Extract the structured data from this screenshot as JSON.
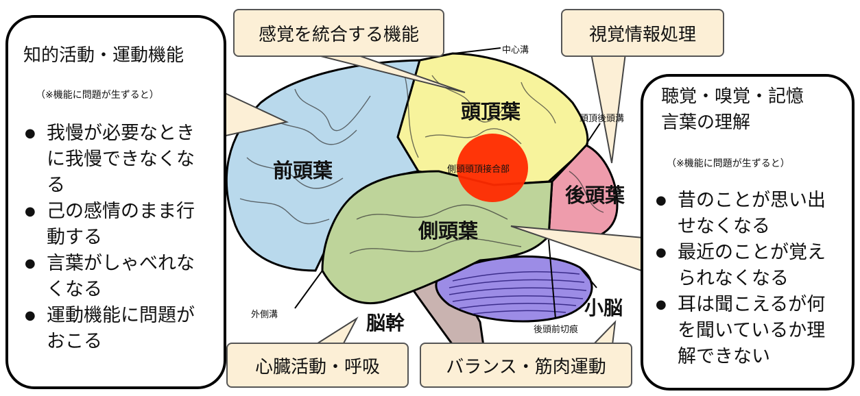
{
  "left_panel": {
    "title": "知的活動・運動機能",
    "note": "（※機能に問題が生ずると）",
    "bullets": [
      "我慢が必要なときに我慢できなくなる",
      "己の感情のまま行動する",
      "言葉がしゃべれなくなる",
      "運動機能に問題がおこる"
    ]
  },
  "right_panel": {
    "title_line1": "聴覚・嗅覚・記憶",
    "title_line2": "言葉の理解",
    "note": "（※機能に問題が生ずると）",
    "bullets": [
      "昔のことが思い出せなくなる",
      "最近のことが覚えられなくなる",
      "耳は聞こえるが何を聞いているか理解できない"
    ]
  },
  "function_boxes": {
    "sensory_integration": "感覚を統合する機能",
    "visual_processing": "視覚情報処理",
    "heart_breathing": "心臓活動・呼吸",
    "balance_muscle": "バランス・筋肉運動"
  },
  "lobes": {
    "frontal": "前頭葉",
    "parietal": "頭頂葉",
    "temporal": "側頭葉",
    "occipital": "後頭葉",
    "brainstem": "脳幹",
    "cerebellum": "小脳"
  },
  "structure_labels": {
    "central_sulcus": "中心溝",
    "parieto_occipital_sulcus": "頭頂後頭溝",
    "tpo_junction": "側頭頭頂接合部",
    "lateral_sulcus": "外側溝",
    "preoccipital_notch": "後頭前切痕"
  },
  "colors": {
    "frontal": "#b9d9ec",
    "parietal": "#f7f39c",
    "temporal": "#bed49a",
    "occipital": "#ee9cac",
    "cerebellum": "#9c8ce6",
    "brainstem": "#c9b3b0",
    "highlight": "#ff2a00",
    "box_fill": "#fcefd6"
  }
}
